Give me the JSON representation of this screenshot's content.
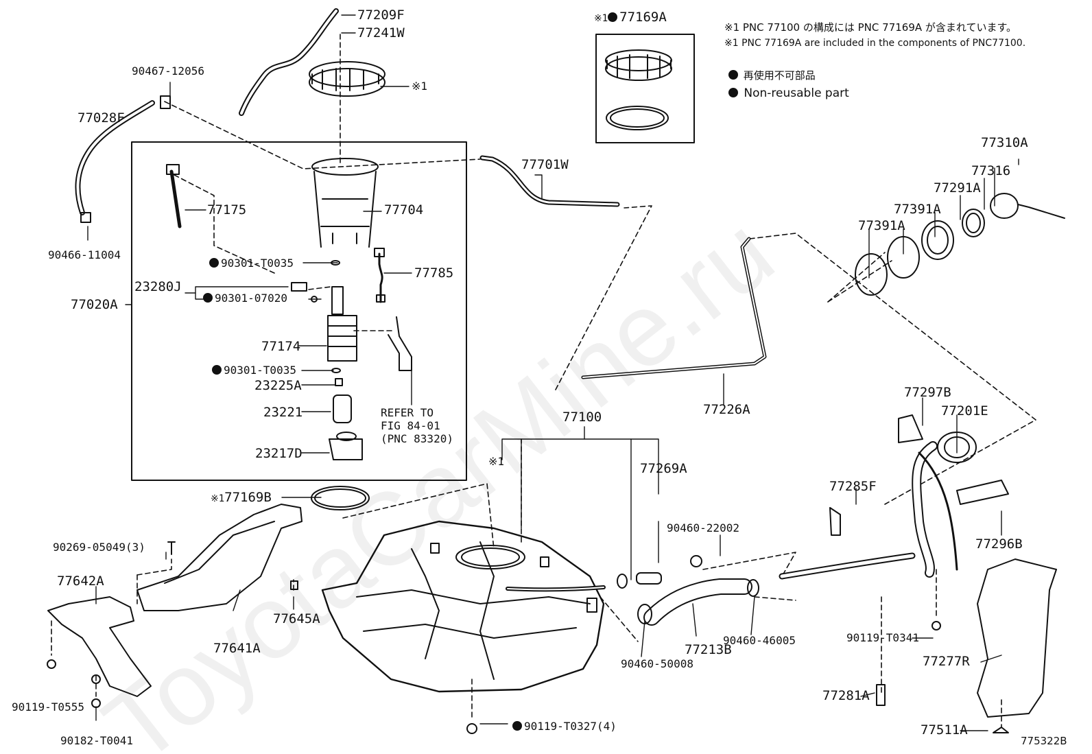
{
  "watermark": "ToyotaCarMine.ru",
  "legend": {
    "note_jp": "※1 PNC 77100 の構成には PNC 77169A が含まれています。",
    "note_en": "※1 PNC 77169A are included in the components of PNC77100.",
    "nonreusable_jp": "再使用不可部品",
    "nonreusable_en": "Non-reusable part"
  },
  "inset_label": "77169A",
  "inset_mark": "※1",
  "figure_id": "775322B",
  "labels": {
    "p77209F": "77209F",
    "p77241W": "77241W",
    "pMark1a": "※1",
    "p90467": "90467-12056",
    "p77028F": "77028F",
    "p90466": "90466-11004",
    "p77175": "77175",
    "p77704": "77704",
    "p77701W": "77701W",
    "p90301a": "90301-T0035",
    "p77785": "77785",
    "p23280J": "23280J",
    "p90301b": "90301-07020",
    "p77020A": "77020A",
    "p77174": "77174",
    "p90301c": "90301-T0035",
    "p23225A": "23225A",
    "p23221": "23221",
    "p23217D": "23217D",
    "refer1": "REFER TO",
    "refer2": "FIG 84-01",
    "refer3": "(PNC 83320)",
    "p77100": "77100",
    "pMark1b": "※1",
    "p77269A": "77269A",
    "p77226A": "77226A",
    "p77169B": "77169B",
    "pMark1c": "※1",
    "p77310A": "77310A",
    "p77316": "77316",
    "p77291A": "77291A",
    "p77391Aa": "77391A",
    "p77391Ab": "77391A",
    "p77297B": "77297B",
    "p77201E": "77201E",
    "p77285F": "77285F",
    "p77296B": "77296B",
    "p90460a": "90460-22002",
    "p90269": "90269-05049(3)",
    "p77642A": "77642A",
    "p77645A": "77645A",
    "p77641A": "77641A",
    "p90119a": "90119-T0555",
    "p90182": "90182-T0041",
    "p90119b": "90119-T0327(4)",
    "p77213B": "77213B",
    "p90460b": "90460-46005",
    "p90460c": "90460-50008",
    "p90119c": "90119-T0341",
    "p77277R": "77277R",
    "p77281A": "77281A",
    "p77511A": "77511A"
  }
}
